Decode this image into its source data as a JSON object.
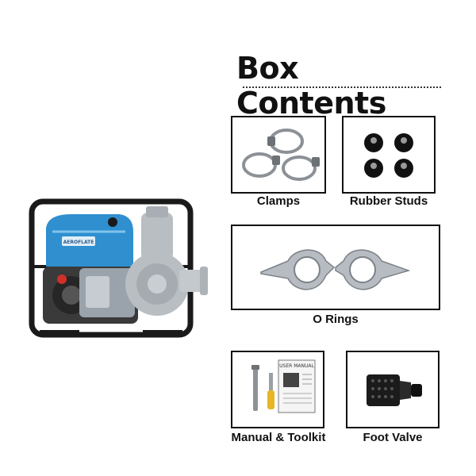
{
  "heading": "Box Contents",
  "pump_brand_label": "AEROFLATE",
  "items": [
    {
      "id": "clamps",
      "label": "Clamps"
    },
    {
      "id": "rubber-studs",
      "label": "Rubber Studs"
    },
    {
      "id": "o-rings",
      "label": "O Rings"
    },
    {
      "id": "manual-toolkit",
      "label": "Manual & Toolkit"
    },
    {
      "id": "foot-valve",
      "label": "Foot Valve"
    }
  ],
  "manual_title": "USER MANUAL",
  "colors": {
    "engine_blue": "#2f8fcf",
    "frame_black": "#1a1a1a",
    "pump_silver": "#b9bec3",
    "border": "#111111"
  }
}
